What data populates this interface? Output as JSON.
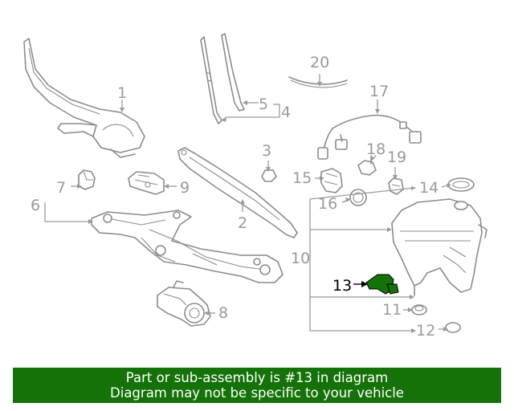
{
  "callouts": {
    "c1": "1",
    "c2": "2",
    "c3": "3",
    "c4": "4",
    "c5": "5",
    "c6": "6",
    "c7": "7",
    "c8": "8",
    "c9": "9",
    "c10": "10",
    "c11": "11",
    "c12": "12",
    "c13": "13",
    "c14": "14",
    "c15": "15",
    "c16": "16",
    "c17": "17",
    "c18": "18",
    "c19": "19",
    "c20": "20"
  },
  "highlighted_part": "13",
  "colors": {
    "highlight_fill": "#157209",
    "banner_bg": "#157209",
    "label_gray": "#9a9a9a",
    "line_gray": "#8c8c8c"
  },
  "banner": {
    "line1": "Part or sub-assembly is #13 in diagram",
    "line2": "Diagram may not be specific to your vehicle"
  }
}
